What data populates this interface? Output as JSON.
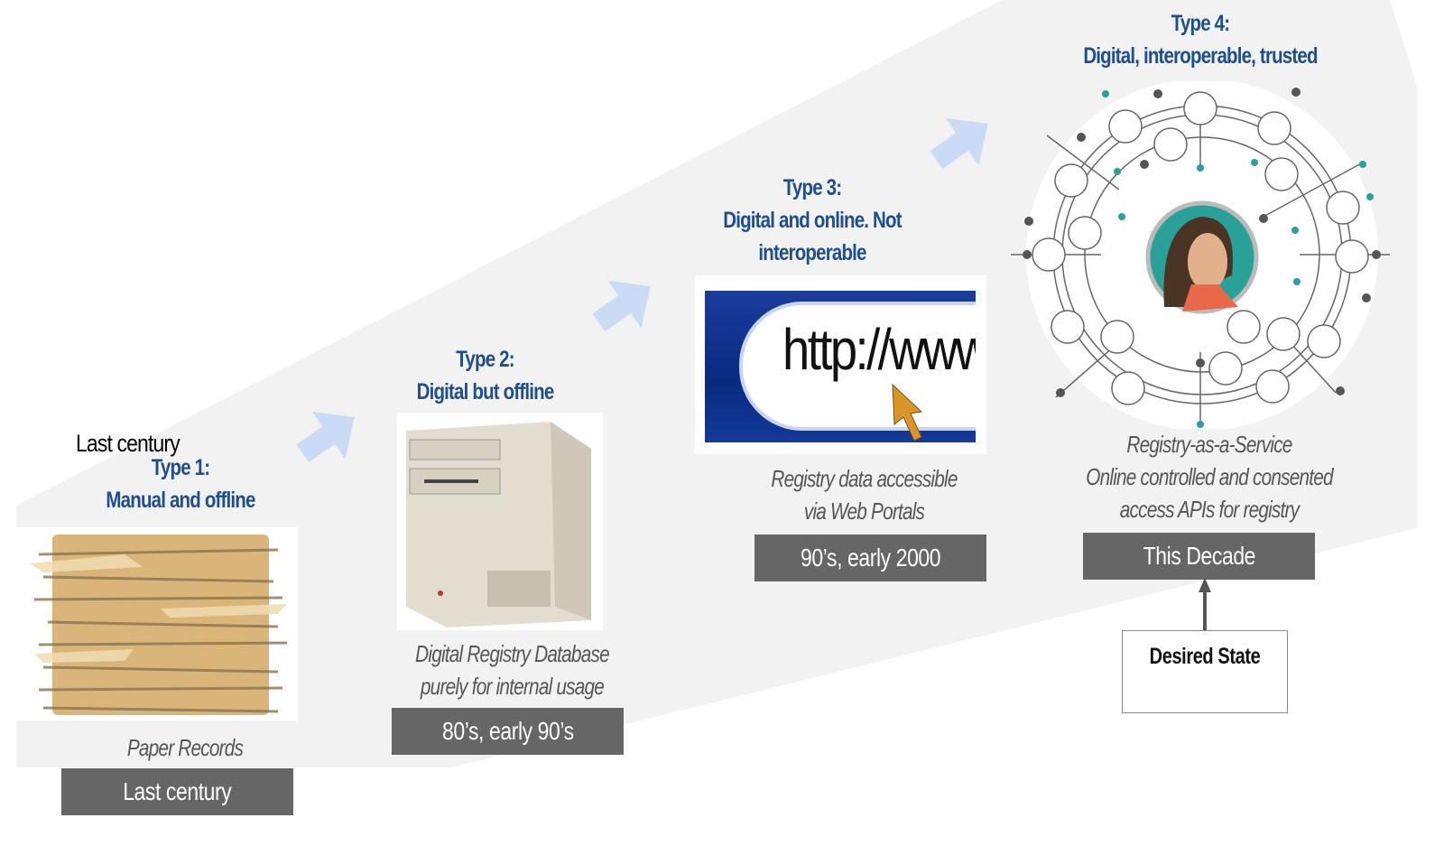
{
  "overlay_label": "Last century",
  "stages": [
    {
      "title_line1": "Type 1:",
      "title_line2": "Manual and offline",
      "caption_line1": "Paper Records",
      "era": "Last century",
      "image": "paper-stack"
    },
    {
      "title_line1": "Type 2:",
      "title_line2": "Digital but offline",
      "caption_line1": "Digital Registry Database",
      "caption_line2": "purely for internal usage",
      "era": "80’s, early 90’s",
      "image": "desktop-computer"
    },
    {
      "title_line1": "Type 3:",
      "title_line2": "Digital and online. Not",
      "title_line3": "interoperable",
      "caption_line1": "Registry data accessible",
      "caption_line2": "via Web Portals",
      "era": "90’s, early 2000",
      "image": "web-address-bar",
      "url_text": "http://www."
    },
    {
      "title_line1": "Type 4:",
      "title_line2": "Digital, interoperable, trusted",
      "caption_line1": "Registry-as-a-Service",
      "caption_line2": "Online controlled and consented",
      "caption_line3": "access APIs for registry",
      "era": "This Decade",
      "image": "connected-person-network"
    }
  ],
  "desired_state": "Desired State",
  "colors": {
    "title": "#1f4e8c",
    "era_bg": "#666666",
    "wedge": "#f2f2f2",
    "arrow": "#c9dbf5",
    "teal": "#2aa198"
  }
}
